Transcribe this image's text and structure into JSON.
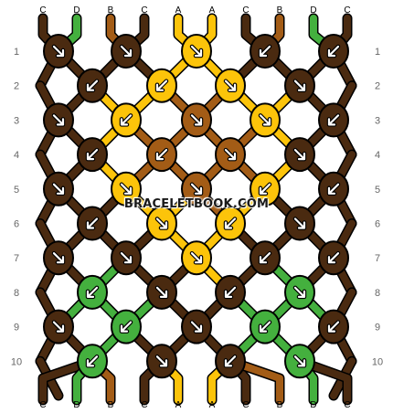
{
  "colors": {
    "C": "#4a2a10",
    "D": "#44b03e",
    "B": "#a35c16",
    "A": "#fcc40a"
  },
  "top_strands": [
    "C",
    "D",
    "B",
    "C",
    "A",
    "A",
    "C",
    "B",
    "D",
    "C"
  ],
  "bottom_strands": [
    "C",
    "D",
    "B",
    "C",
    "A",
    "A",
    "C",
    "B",
    "D",
    "C"
  ],
  "row_numbers": [
    "1",
    "2",
    "3",
    "4",
    "5",
    "6",
    "7",
    "8",
    "9",
    "10"
  ],
  "watermark": "BRACELETBOOK.COM",
  "knots": [
    [
      {
        "color": "C",
        "dir": "se"
      },
      {
        "color": "C",
        "dir": "se"
      },
      {
        "color": "A",
        "dir": "se"
      },
      {
        "color": "C",
        "dir": "sw"
      },
      {
        "color": "C",
        "dir": "sw"
      }
    ],
    [
      {
        "color": "C",
        "dir": "sw"
      },
      {
        "color": "A",
        "dir": "sw"
      },
      {
        "color": "A",
        "dir": "se"
      },
      {
        "color": "C",
        "dir": "se"
      }
    ],
    [
      {
        "color": "C",
        "dir": "se"
      },
      {
        "color": "A",
        "dir": "sw"
      },
      {
        "color": "B",
        "dir": "se"
      },
      {
        "color": "A",
        "dir": "se"
      },
      {
        "color": "C",
        "dir": "sw"
      }
    ],
    [
      {
        "color": "C",
        "dir": "sw"
      },
      {
        "color": "B",
        "dir": "sw"
      },
      {
        "color": "B",
        "dir": "se"
      },
      {
        "color": "C",
        "dir": "se"
      }
    ],
    [
      {
        "color": "C",
        "dir": "se"
      },
      {
        "color": "A",
        "dir": "se"
      },
      {
        "color": "B",
        "dir": "se"
      },
      {
        "color": "A",
        "dir": "sw"
      },
      {
        "color": "C",
        "dir": "sw"
      }
    ],
    [
      {
        "color": "C",
        "dir": "sw"
      },
      {
        "color": "A",
        "dir": "se"
      },
      {
        "color": "A",
        "dir": "sw"
      },
      {
        "color": "C",
        "dir": "se"
      }
    ],
    [
      {
        "color": "C",
        "dir": "se"
      },
      {
        "color": "C",
        "dir": "se"
      },
      {
        "color": "A",
        "dir": "se"
      },
      {
        "color": "C",
        "dir": "sw"
      },
      {
        "color": "C",
        "dir": "sw"
      }
    ],
    [
      {
        "color": "D",
        "dir": "sw"
      },
      {
        "color": "C",
        "dir": "se"
      },
      {
        "color": "C",
        "dir": "sw"
      },
      {
        "color": "D",
        "dir": "se"
      }
    ],
    [
      {
        "color": "C",
        "dir": "se"
      },
      {
        "color": "D",
        "dir": "sw"
      },
      {
        "color": "C",
        "dir": "se"
      },
      {
        "color": "D",
        "dir": "sw"
      },
      {
        "color": "C",
        "dir": "sw"
      }
    ],
    [
      {
        "color": "D",
        "dir": "sw"
      },
      {
        "color": "C",
        "dir": "se"
      },
      {
        "color": "C",
        "dir": "sw"
      },
      {
        "color": "D",
        "dir": "se"
      }
    ]
  ]
}
